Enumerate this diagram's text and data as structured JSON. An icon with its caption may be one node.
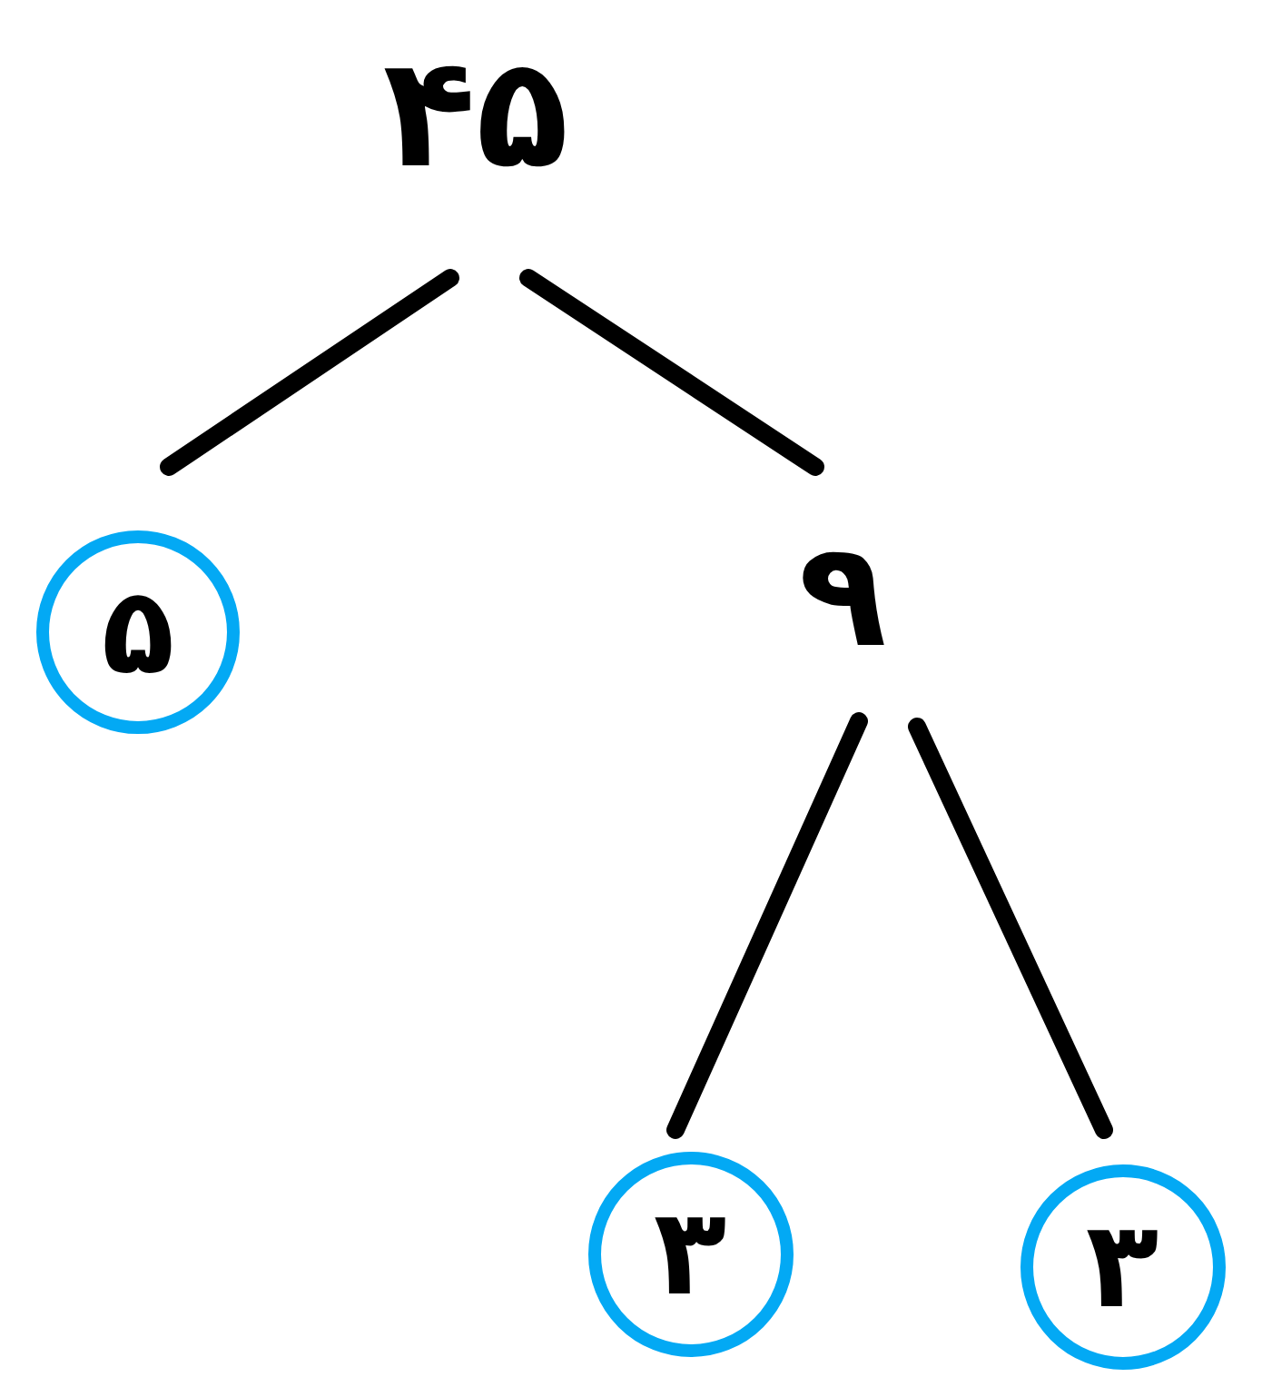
{
  "diagram": {
    "nodes": [
      {
        "text": [
          "۴۵"
        ]
      },
      {
        "text": [
          "۵"
        ]
      },
      {
        "text": [
          "۹"
        ]
      },
      {
        "text": [
          "۳"
        ]
      },
      {
        "text": [
          "۳"
        ]
      }
    ],
    "edges": [
      {
        "from": 0,
        "to": 1,
        "arrow": "none"
      },
      {
        "from": 0,
        "to": 2,
        "arrow": "none"
      },
      {
        "from": 2,
        "to": 3,
        "arrow": "none"
      },
      {
        "from": 2,
        "to": 4,
        "arrow": "none"
      }
    ]
  }
}
